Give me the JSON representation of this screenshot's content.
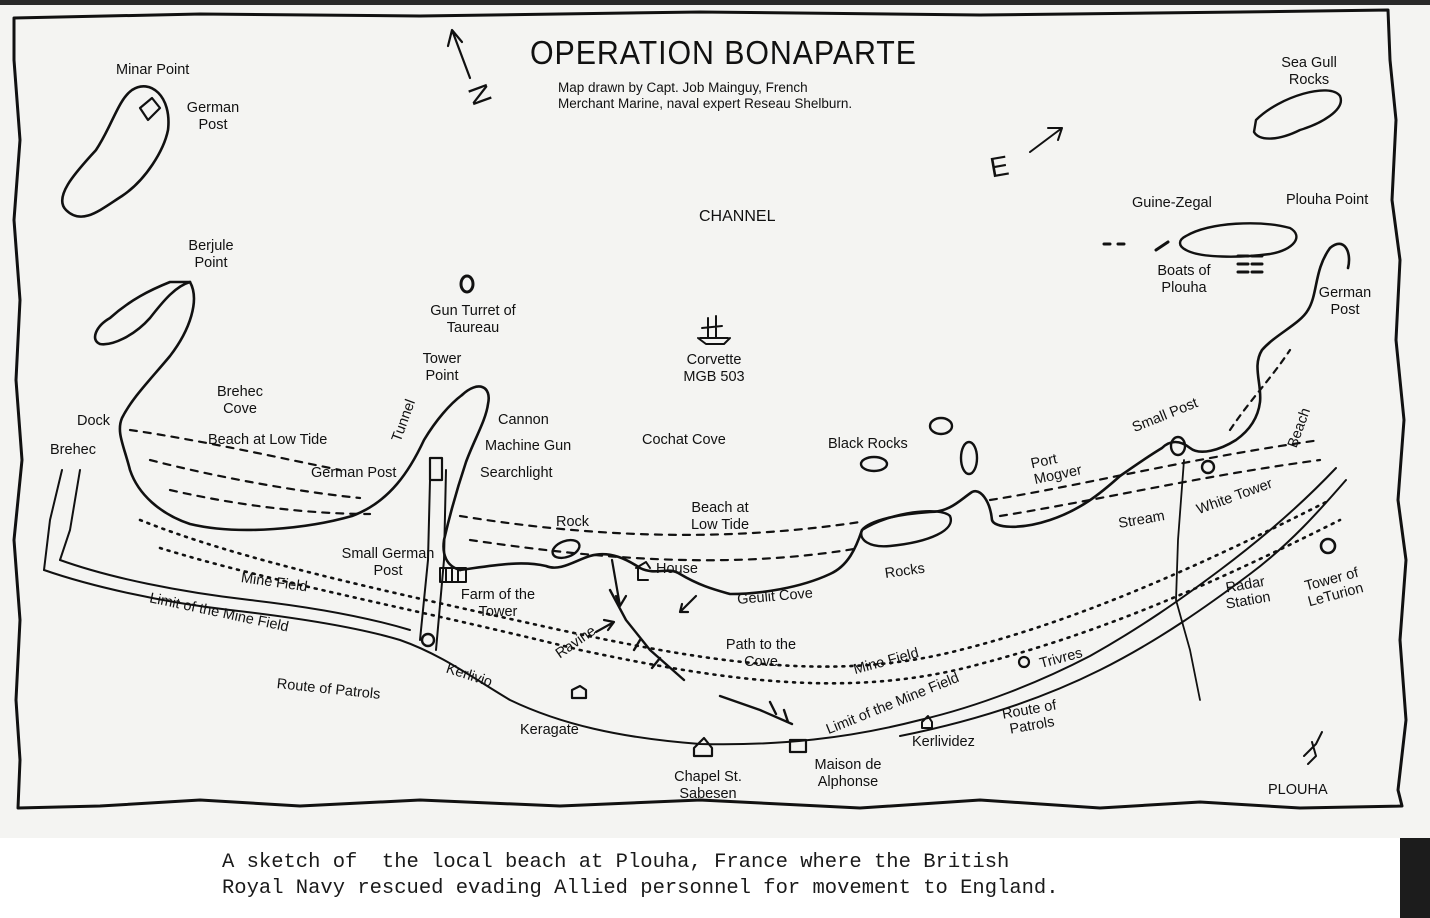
{
  "map": {
    "title": "OPERATION BONAPARTE",
    "subtitle_line1": "Map drawn by Capt. Job Mainguy, French",
    "subtitle_line2": "Merchant Marine, naval expert Reseau Shelburn.",
    "compass_north": "N",
    "compass_east": "E",
    "labels": {
      "minar_point": "Minar Point",
      "german_post_nw": "German Post",
      "berjule_point": "Berjule Point",
      "brehec_cove": "Brehec Cove",
      "dock": "Dock",
      "brehec": "Brehec",
      "beach_low_tide_w": "Beach at Low Tide",
      "german_post_w": "German Post",
      "tunnel": "Tunnel",
      "tower_point": "Tower Point",
      "gun_turret": "Gun Turret of Taureau",
      "cannon": "Cannon",
      "machine_gun": "Machine Gun",
      "searchlight": "Searchlight",
      "channel": "CHANNEL",
      "corvette": "Corvette MGB 503",
      "cochat_cove": "Cochat Cove",
      "black_rocks": "Black Rocks",
      "port_mogver": "Port Mogver",
      "small_post": "Small Post",
      "beach_e": "Beach",
      "guine_zegal": "Guine-Zegal",
      "plouha_point": "Plouha Point",
      "sea_gull_rocks": "Sea Gull Rocks",
      "boats_of_plouha": "Boats of Plouha",
      "german_post_e": "German Post",
      "rock": "Rock",
      "beach_low_tide_c": "Beach at Low Tide",
      "house": "House",
      "geulit_cove": "Geulit Cove",
      "rocks": "Rocks",
      "stream": "Stream",
      "white_tower": "White Tower",
      "radar_station": "Radar Station",
      "tower_of_leturion": "Tower of LeTurion",
      "mine_field_w": "Mine Field",
      "small_german_post": "Small German Post",
      "farm_of_tower": "Farm of the Tower",
      "limit_mine_field_w": "Limit of the Mine Field",
      "ravine": "Ravine",
      "path_to_cove": "Path to the Cove",
      "kerlivio": "Kerlivio",
      "route_of_patrols_w": "Route of Patrols",
      "keragate": "Keragate",
      "chapel": "Chapel St. Sabesen",
      "maison": "Maison de Alphonse",
      "mine_field_e": "Mine Field",
      "limit_mine_field_e": "Limit of the Mine Field",
      "trivres": "Trivres",
      "route_of_patrols_e": "Route of Patrols",
      "kerlividez": "Kerlividez",
      "plouha": "PLOUHA"
    }
  },
  "caption": {
    "line1": "A sketch of  the local beach at Plouha, France where the British",
    "line2": "Royal Navy rescued evading Allied personnel for movement to England."
  }
}
